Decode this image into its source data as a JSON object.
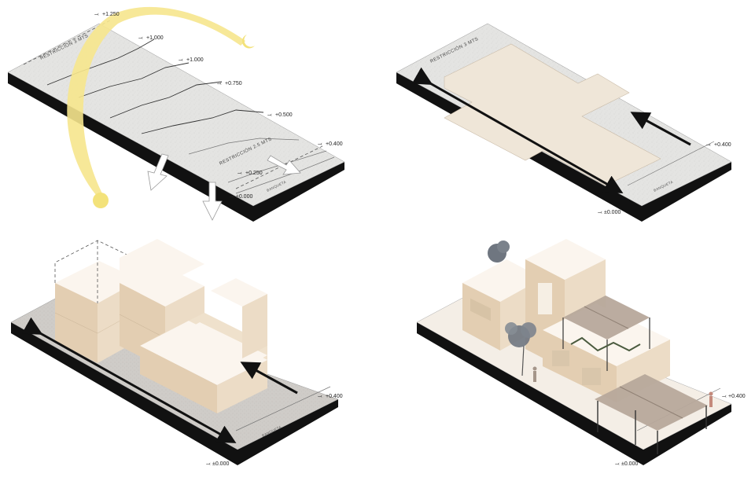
{
  "colors": {
    "sun": "#f6e58d",
    "moon": "#f3e27a",
    "slab_top": "#e3e3e1",
    "slab_side": "#111111",
    "footprint": "#efe6d8",
    "volume_top": "#fbf5ee",
    "volume_side": "#ecdcc6",
    "volume_front": "#e3ceb2",
    "pergola": "#b7a89b",
    "tree": "#6f7680",
    "arrow": "#111111"
  },
  "panel1": {
    "labels": {
      "restr3": "RESTRICCIÓN 3 MTS",
      "restr25": "RESTRICCIÓN 2.5 MTS",
      "banqueta": "BANQUETA"
    },
    "levels": {
      "l1250": "+1.250",
      "l1000a": "+1.000",
      "l1000b": "+1.000",
      "l0750": "+0.750",
      "l0500": "+0.500",
      "l0400": "+0.400",
      "l0250": "+0.250",
      "l0000": "±0.000"
    },
    "icons": [
      "sun-icon",
      "moon-icon",
      "wind-arrow-icon"
    ]
  },
  "panel2": {
    "labels": {
      "restr3": "RESTRICCIÓN 3 MTS",
      "banqueta": "BANQUETA"
    },
    "levels": {
      "l0400": "+0.400",
      "l0000": "±0.000"
    }
  },
  "panel3": {
    "labels": {
      "banqueta": "BANQUETA"
    },
    "levels": {
      "l0400": "+0.400",
      "l0000": "±0.000"
    }
  },
  "panel4": {
    "levels": {
      "l0400": "+0.400",
      "l0000": "±0.000"
    }
  }
}
